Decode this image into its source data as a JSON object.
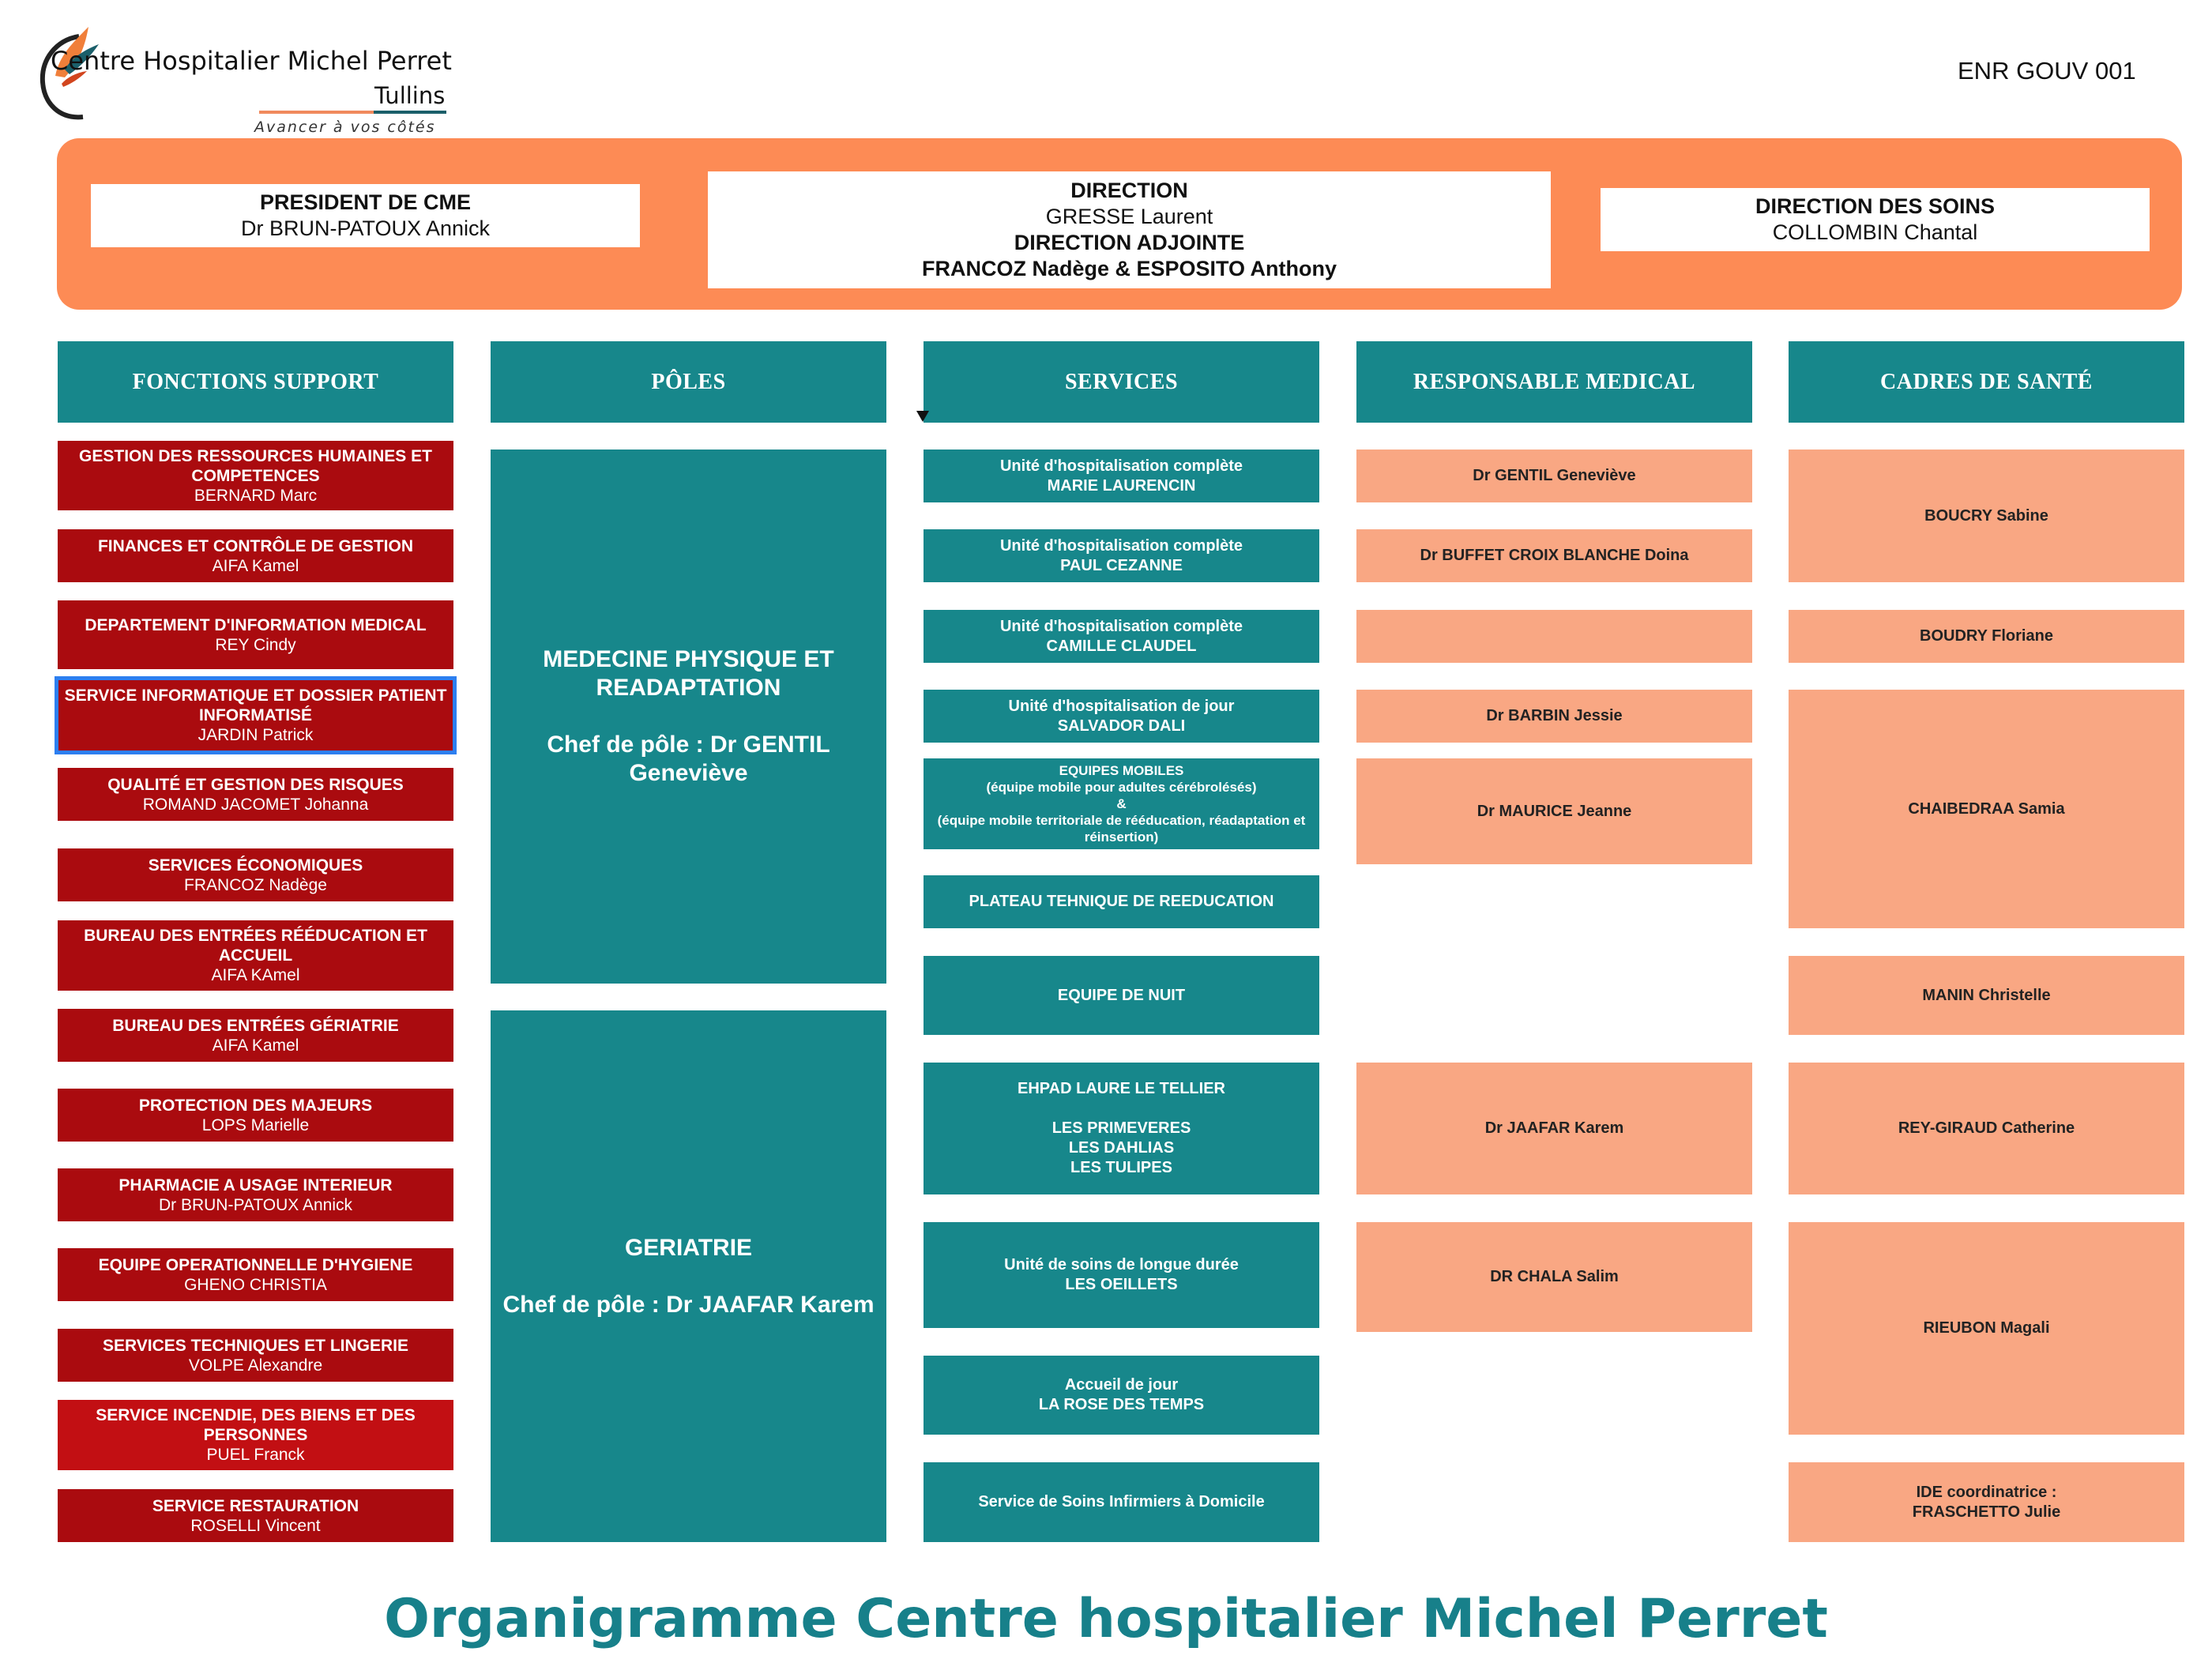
{
  "header": {
    "logo_text": "Centre Hospitalier Michel Perret",
    "logo_city": "Tullins",
    "logo_tagline": "Avancer à vos côtés",
    "doc_ref": "ENR GOUV 001"
  },
  "top": {
    "president_title": "PRESIDENT DE CME",
    "president_name": "Dr BRUN-PATOUX Annick",
    "direction_title": "DIRECTION",
    "direction_name": "GRESSE Laurent",
    "adjointe_title": "DIRECTION ADJOINTE",
    "adjointe_name": "FRANCOZ Nadège & ESPOSITO Anthony",
    "soins_title": "DIRECTION DES SOINS",
    "soins_name": "COLLOMBIN Chantal"
  },
  "columns": [
    "FONCTIONS SUPPORT",
    "PÔLES",
    "SERVICES",
    "RESPONSABLE MEDICAL",
    "CADRES DE SANTÉ"
  ],
  "support": [
    {
      "title": "GESTION DES RESSOURCES HUMAINES ET COMPETENCES",
      "name": "BERNARD Marc"
    },
    {
      "title": "FINANCES ET CONTRÔLE DE GESTION",
      "name": "AIFA Kamel"
    },
    {
      "title": "DEPARTEMENT D'INFORMATION MEDICAL",
      "name": "REY Cindy"
    },
    {
      "title": "SERVICE INFORMATIQUE ET DOSSIER PATIENT INFORMATISÉ",
      "name": "JARDIN Patrick"
    },
    {
      "title": "QUALITÉ ET GESTION DES RISQUES",
      "name": "ROMAND JACOMET Johanna"
    },
    {
      "title": "SERVICES ÉCONOMIQUES",
      "name": "FRANCOZ Nadège"
    },
    {
      "title": "BUREAU DES ENTRÉES RÉÉDUCATION ET ACCUEIL",
      "name": "AIFA KAmel"
    },
    {
      "title": "BUREAU DES ENTRÉES GÉRIATRIE",
      "name": "AIFA Kamel"
    },
    {
      "title": "PROTECTION DES MAJEURS",
      "name": "LOPS Marielle"
    },
    {
      "title": "PHARMACIE A USAGE INTERIEUR",
      "name": "Dr BRUN-PATOUX Annick"
    },
    {
      "title": "EQUIPE OPERATIONNELLE D'HYGIENE",
      "name": "GHENO CHRISTIA"
    },
    {
      "title": "SERVICES TECHNIQUES ET LINGERIE",
      "name": "VOLPE Alexandre"
    },
    {
      "title": "SERVICE INCENDIE, DES BIENS ET DES PERSONNES",
      "name": "PUEL Franck"
    },
    {
      "title": "SERVICE RESTAURATION",
      "name": "ROSELLI Vincent"
    }
  ],
  "poles": [
    {
      "name": "MEDECINE PHYSIQUE ET READAPTATION",
      "chef": "Chef de pôle : Dr GENTIL Geneviève"
    },
    {
      "name": "GERIATRIE",
      "chef": "Chef de pôle : Dr JAAFAR Karem"
    }
  ],
  "services": [
    {
      "line1": "Unité d'hospitalisation complète",
      "line2": "MARIE LAURENCIN"
    },
    {
      "line1": "Unité d'hospitalisation complète",
      "line2": "PAUL CEZANNE"
    },
    {
      "line1": "Unité d'hospitalisation complète",
      "line2": "CAMILLE CLAUDEL"
    },
    {
      "line1": "Unité d'hospitalisation de jour",
      "line2": "SALVADOR DALI"
    },
    {
      "line1": "EQUIPES MOBILES",
      "line2": "(équipe mobile pour adultes cérébrolésés)",
      "line3": "&",
      "line4": "(équipe mobile territoriale de rééducation, réadaptation et réinsertion)"
    },
    {
      "line1": "PLATEAU TEHNIQUE DE REEDUCATION"
    },
    {
      "line1": "EQUIPE DE NUIT"
    },
    {
      "line1": "EHPAD LAURE LE TELLIER",
      "line2": "LES PRIMEVERES",
      "line3": "LES DAHLIAS",
      "line4": "LES TULIPES"
    },
    {
      "line1": "Unité de soins de longue durée",
      "line2": "LES OEILLETS"
    },
    {
      "line1": "Accueil de jour",
      "line2": "LA ROSE DES TEMPS"
    },
    {
      "line1": "Service de Soins Infirmiers à Domicile"
    }
  ],
  "medical": [
    "Dr GENTIL Geneviève",
    "Dr BUFFET CROIX BLANCHE Doina",
    "",
    "Dr BARBIN Jessie",
    "Dr MAURICE Jeanne",
    "Dr JAAFAR Karem",
    "DR CHALA Salim"
  ],
  "cadres": [
    {
      "line1": "BOUCRY Sabine"
    },
    {
      "line1": "BOUDRY Floriane"
    },
    {
      "line1": "CHAIBEDRAA Samia"
    },
    {
      "line1": "MANIN Christelle"
    },
    {
      "line1": "REY-GIRAUD Catherine"
    },
    {
      "line1": "RIEUBON Magali"
    },
    {
      "line1": "IDE coordinatrice :",
      "line2": "FRASCHETTO Julie"
    }
  ],
  "footer": {
    "title": "Organigramme Centre hospitalier Michel Perret"
  },
  "colors": {
    "teal": "#17878b",
    "red": "#aa0b0f",
    "orange_band": "#fd8b55",
    "salmon": "#f9a783",
    "selection": "#2d7ff0"
  }
}
